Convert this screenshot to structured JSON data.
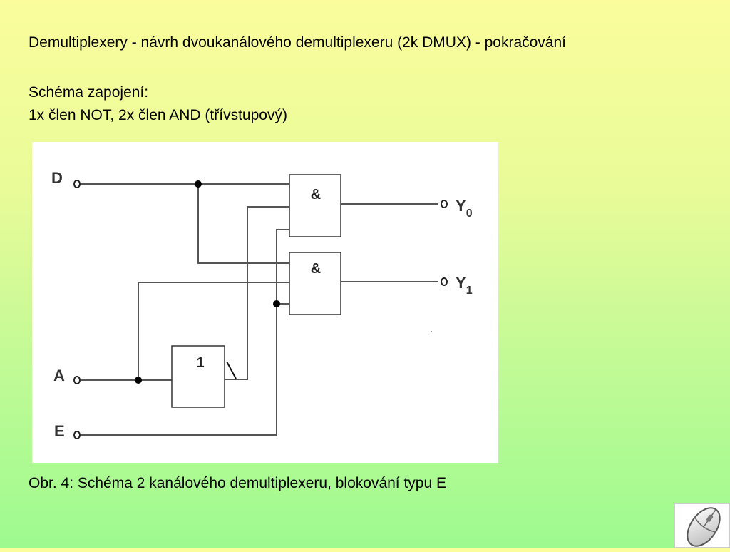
{
  "slide": {
    "title": "Demultiplexery - návrh dvoukanálového demultiplexeru (2k DMUX) - pokračování",
    "subtitle_line1": "Schéma zapojení:",
    "subtitle_line2": "1x člen NOT, 2x člen AND (třívstupový)",
    "caption": "Obr. 4: Schéma 2 kanálového demultiplexeru,  blokování typu E"
  },
  "diagram": {
    "inputs": {
      "d": "D",
      "a": "A",
      "e": "E"
    },
    "outputs": {
      "y0": {
        "main": "Y",
        "sub": "0"
      },
      "y1": {
        "main": "Y",
        "sub": "1"
      }
    },
    "gates": {
      "and_top": "&",
      "and_bottom": "&",
      "not": "1"
    }
  },
  "nav": {
    "icon": "computer-mouse-icon"
  }
}
